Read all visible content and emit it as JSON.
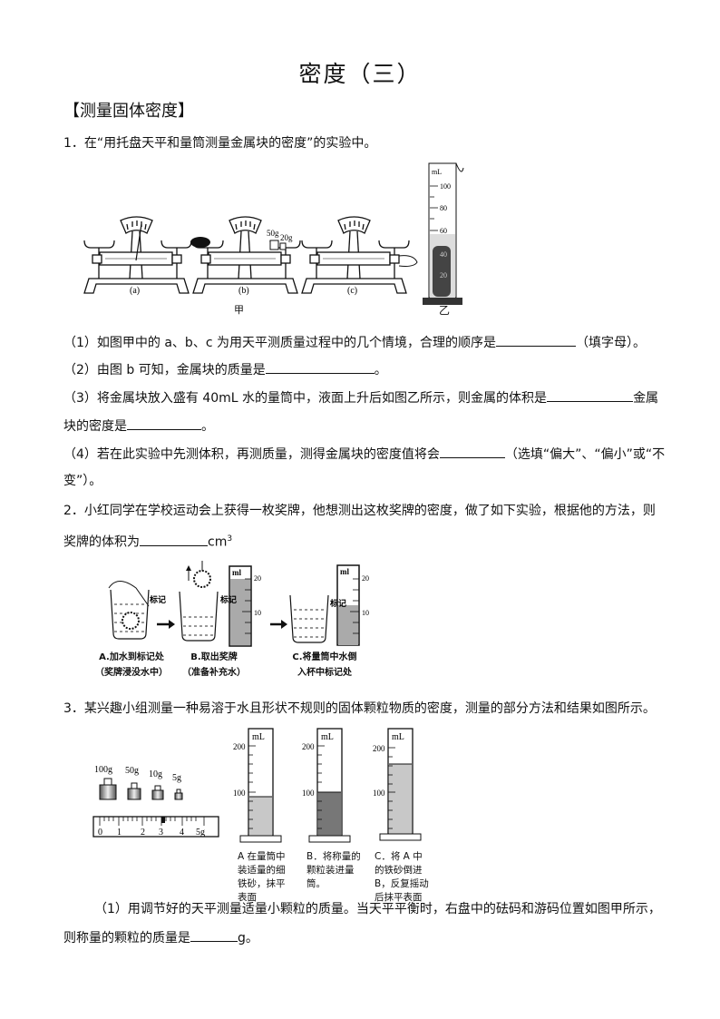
{
  "title": "密度（三）",
  "section_heading": "【测量固体密度】",
  "q1": {
    "stem": "1．在“用托盘天平和量筒测量金属块的密度”的实验中。",
    "figure_jia": {
      "balances": [
        {
          "label": "(a)"
        },
        {
          "label": "(b)",
          "weights": [
            "50g",
            "20g"
          ]
        },
        {
          "label": "(c)"
        }
      ],
      "caption": "甲"
    },
    "figure_yi": {
      "unit": "mL",
      "ticks": [
        "100",
        "80",
        "60",
        "40",
        "20"
      ],
      "caption": "乙"
    },
    "sub1_pre": "（1）如图甲中的 a、b、c 为用天平测质量过程中的几个情境，合理的顺序是",
    "sub1_post": "（填字母）。",
    "sub2_pre": "（2）由图 b 可知，金属块的质量是",
    "sub2_post": "。",
    "sub3_pre": "（3）将金属块放入盛有 40mL 水的量筒中，液面上升后如图乙所示，则金属的体积是",
    "sub3_post": "金属",
    "sub3_line2_pre": "块的密度是",
    "sub3_line2_post": "。",
    "sub4_pre": "（4）若在此实验中先测体积，再测质量，测得金属块的密度值将会",
    "sub4_post": "（选填“偏大”、“偏小”或“不",
    "sub4_line2": "变”）。"
  },
  "q2": {
    "stem_line1": "2．小红同学在学校运动会上获得一枚奖牌，他想测出这枚奖牌的密度，做了如下实验，根据他的方法，则",
    "stem_line2_pre": "奖牌的体积为",
    "stem_unit": "cm",
    "stem_unit_sup": "3",
    "figure": {
      "mark_label": "标记",
      "cylinder_unit": "ml",
      "ticks": [
        "20",
        "10"
      ],
      "captions": [
        {
          "line1": "A.加水到标记处",
          "line2": "（奖牌浸没水中）"
        },
        {
          "line1": "B.取出奖牌",
          "line2": "（准备补充水）"
        },
        {
          "line1": "C.将量筒中水倒",
          "line2": "入杯中标记处"
        }
      ]
    }
  },
  "q3": {
    "stem": "3．某兴趣小组测量一种易溶于水且形状不规则的固体颗粒物质的密度，测量的部分方法和结果如图所示。",
    "weights": [
      "100g",
      "50g",
      "10g",
      "5g"
    ],
    "rider_scale": [
      "0",
      "1",
      "2",
      "3",
      "4",
      "5g"
    ],
    "cylinders": {
      "unit": "mL",
      "ticks": [
        "200",
        "100"
      ],
      "captions": [
        "A 在量筒中装适量的细铁砂，抹平表面",
        "B．将称量的颗粒装进量筒。",
        "C．将 A 中的铁砂倒进 B，反复摇动后抹平表面"
      ]
    },
    "sub1_line1": "（1）用调节好的天平测量适量小颗粒的质量。当天平平衡时，右盘中的砝码和游码位置如图甲所示，",
    "sub1_line2_pre": "则称量的颗粒的质量是",
    "sub1_line2_post": "g。"
  }
}
